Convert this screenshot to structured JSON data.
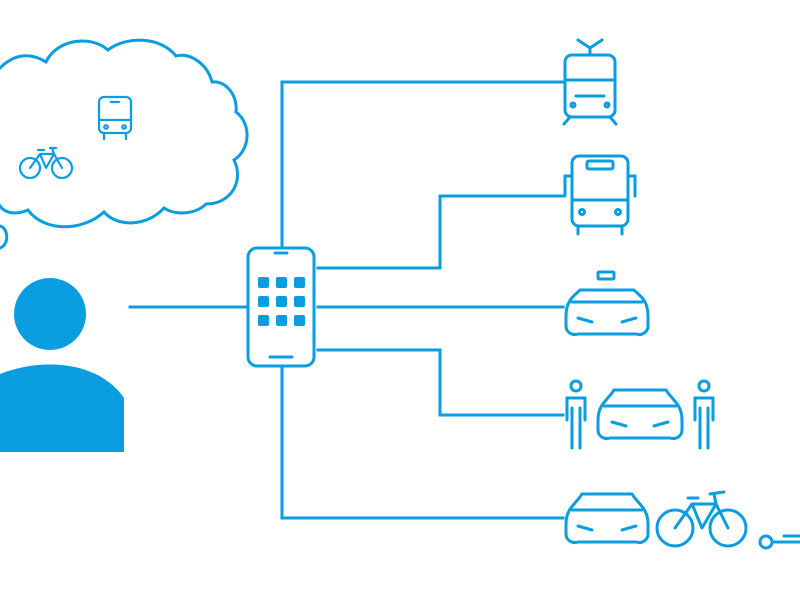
{
  "colors": {
    "accent": "#0a9ee0",
    "person_fill": "#0a9ee0",
    "background": "#ffffff"
  },
  "diagram": {
    "description_nodes": [
      {
        "name": "person",
        "icon": "person-icon"
      },
      {
        "name": "thought-cloud",
        "icon": "thought-cloud-icon",
        "contains": [
          "bus-icon",
          "bicycle-icon"
        ]
      },
      {
        "name": "smartphone",
        "icon": "smartphone-app-grid-icon"
      },
      {
        "name": "tram",
        "icon": "tram-icon"
      },
      {
        "name": "bus",
        "icon": "bus-icon"
      },
      {
        "name": "taxi",
        "icon": "taxi-icon"
      },
      {
        "name": "rideshare",
        "icon": "carpool-icon"
      },
      {
        "name": "car-bike-scooter",
        "icon": "multimodal-icon"
      }
    ],
    "edges": [
      [
        "person",
        "smartphone"
      ],
      [
        "smartphone",
        "tram"
      ],
      [
        "smartphone",
        "bus"
      ],
      [
        "smartphone",
        "taxi"
      ],
      [
        "smartphone",
        "rideshare"
      ],
      [
        "smartphone",
        "car-bike-scooter"
      ]
    ]
  }
}
